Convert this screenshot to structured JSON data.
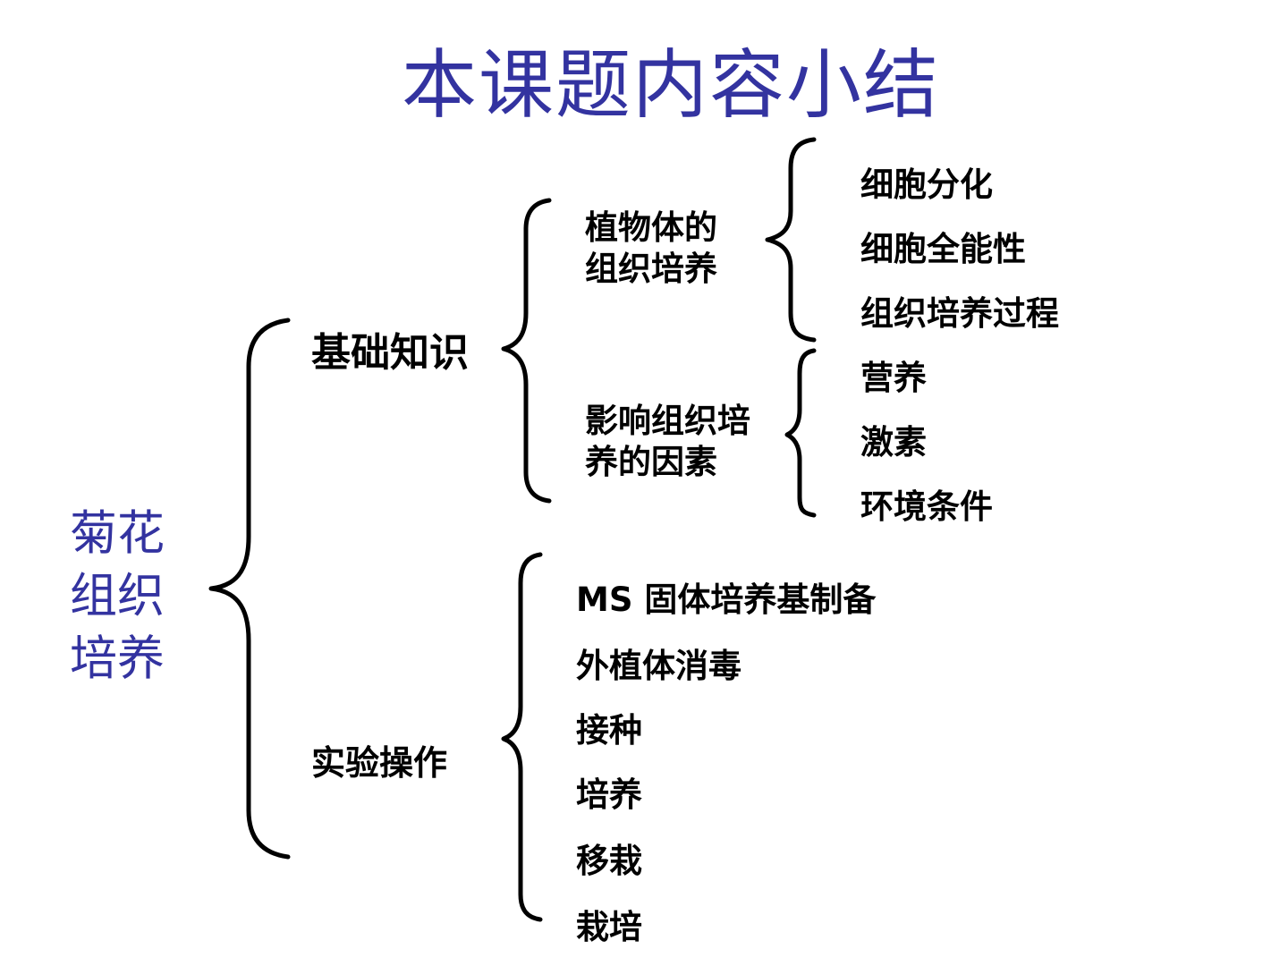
{
  "title": "本课题内容小结",
  "root": [
    "菊花",
    "组织",
    "培养"
  ],
  "branches": {
    "basics": {
      "label": "基础知识",
      "sub1": {
        "lines": [
          "植物体的",
          "组织培养"
        ],
        "items": [
          "细胞分化",
          "细胞全能性",
          "组织培养过程"
        ]
      },
      "sub2": {
        "lines": [
          "影响组织培",
          "养的因素"
        ],
        "items": [
          "营养",
          "激素",
          "环境条件"
        ]
      }
    },
    "experiment": {
      "label": "实验操作",
      "items": [
        "MS 固体培养基制备",
        "外植体消毒",
        "接种",
        "培养",
        "移栽",
        "栽培"
      ]
    }
  },
  "colors": {
    "title": "#3333a0",
    "root": "#3333a0",
    "text": "#000000"
  }
}
